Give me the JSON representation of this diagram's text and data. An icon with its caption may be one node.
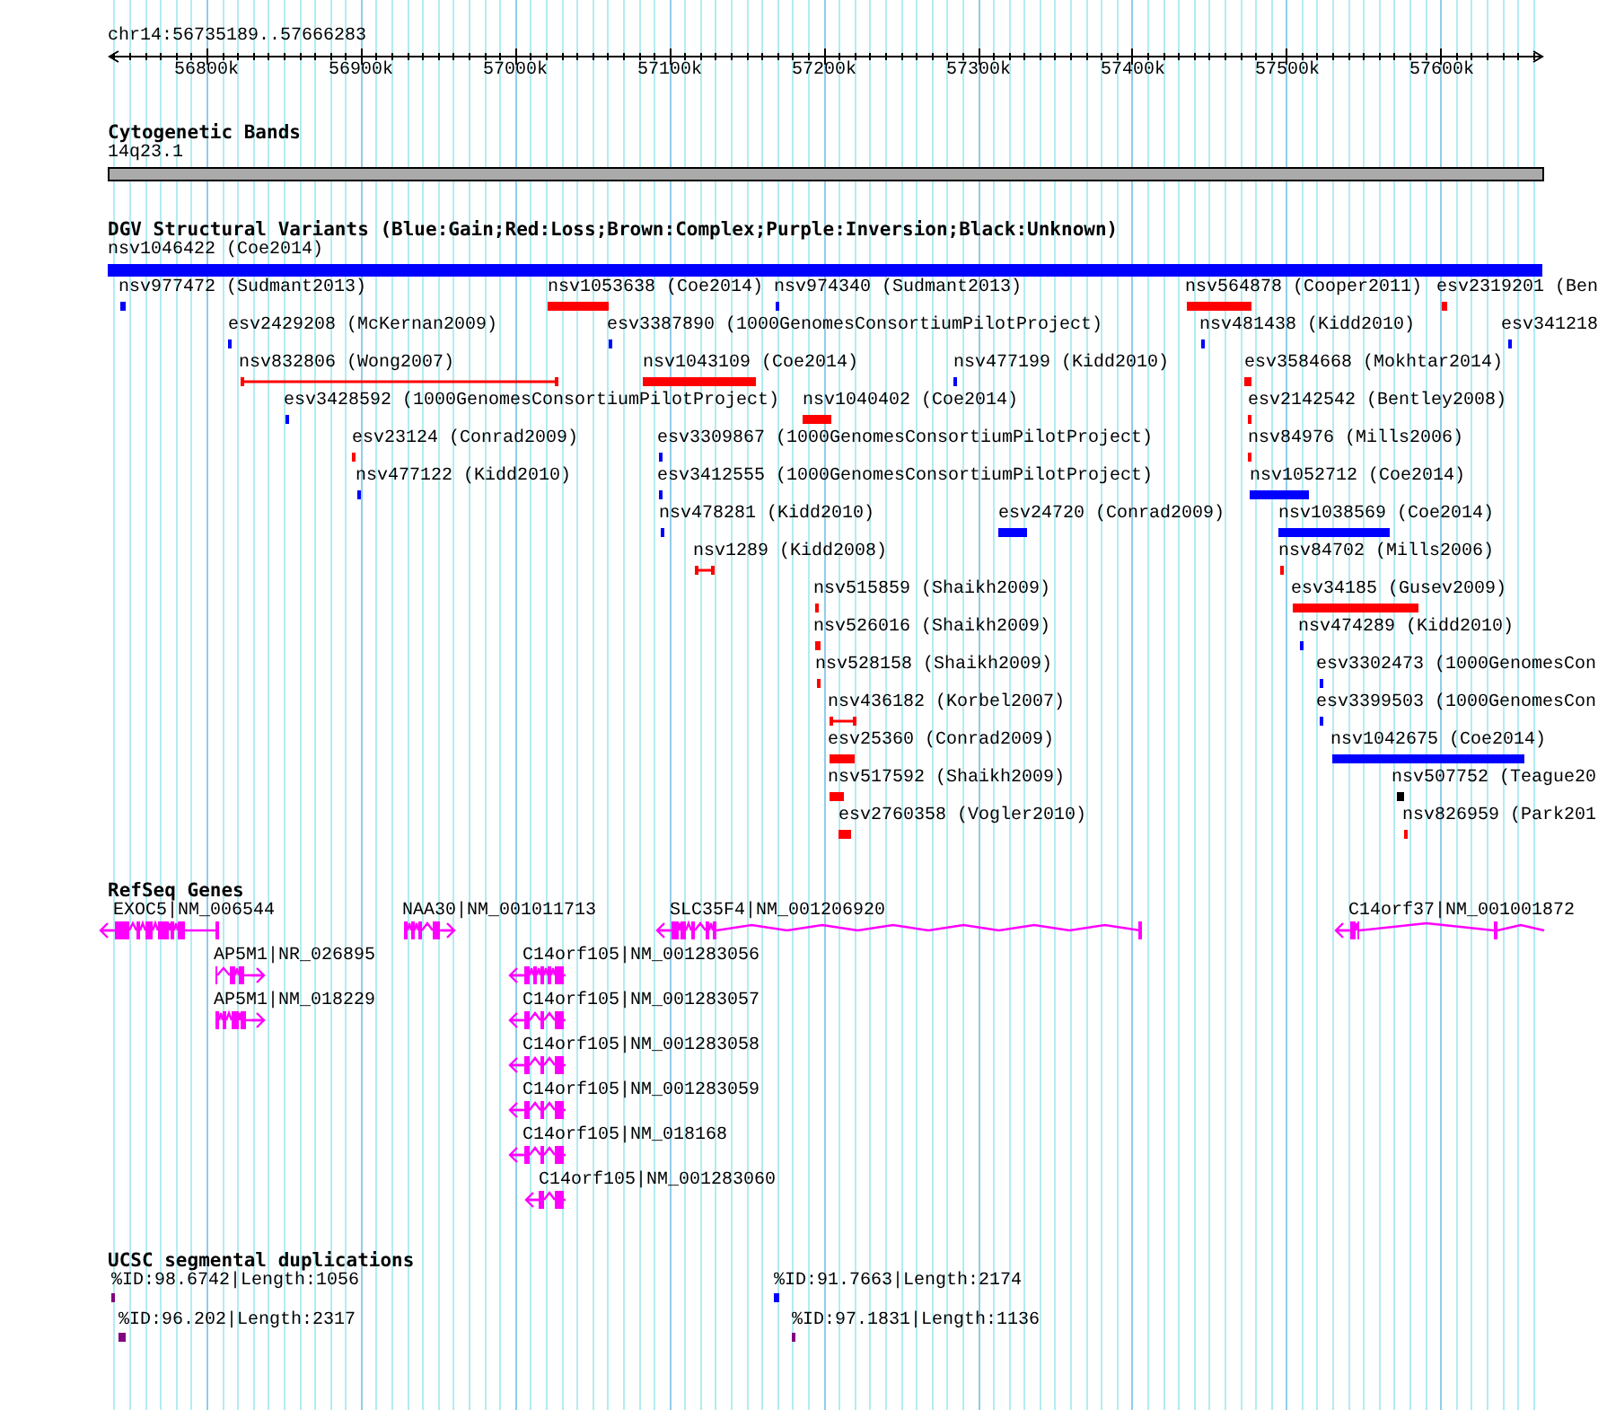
{
  "diagram": {
    "labels": [
      "chr14:56735189..57666283",
      "56800k",
      "56900k",
      "57000k",
      "57100k",
      "57200k",
      "57300k",
      "57400k",
      "57500k",
      "57600k",
      "Cytogenetic Bands",
      "14q23.1",
      "DGV Structural Variants (Blue:Gain;Red:Loss;Brown:Complex;Purple:Inversion;Black:Unknown)",
      "nsv1046422 (Coe2014)",
      "nsv977472 (Sudmant2013)",
      "nsv1053638 (Coe2014)",
      "nsv974340 (Sudmant2013)",
      "nsv564878 (Cooper2011)",
      "esv2319201 (Ben",
      "esv2429208 (McKernan2009)",
      "esv3387890 (1000GenomesConsortiumPilotProject)",
      "nsv481438 (Kidd2010)",
      "esv341218",
      "nsv832806 (Wong2007)",
      "nsv1043109 (Coe2014)",
      "nsv477199 (Kidd2010)",
      "esv3584668 (Mokhtar2014)",
      "esv3428592 (1000GenomesConsortiumPilotProject)",
      "nsv1040402 (Coe2014)",
      "esv2142542 (Bentley2008)",
      "esv23124 (Conrad2009)",
      "esv3309867 (1000GenomesConsortiumPilotProject)",
      "nsv84976 (Mills2006)",
      "nsv477122 (Kidd2010)",
      "esv3412555 (1000GenomesConsortiumPilotProject)",
      "nsv1052712 (Coe2014)",
      "nsv478281 (Kidd2010)",
      "esv24720 (Conrad2009)",
      "nsv1038569 (Coe2014)",
      "nsv1289 (Kidd2008)",
      "nsv84702 (Mills2006)",
      "nsv515859 (Shaikh2009)",
      "esv34185 (Gusev2009)",
      "nsv526016 (Shaikh2009)",
      "nsv474289 (Kidd2010)",
      "nsv528158 (Shaikh2009)",
      "esv3302473 (1000GenomesCon",
      "nsv436182 (Korbel2007)",
      "esv3399503 (1000GenomesCon",
      "esv25360 (Conrad2009)",
      "nsv1042675 (Coe2014)",
      "nsv517592 (Shaikh2009)",
      "nsv507752 (Teague20",
      "esv2760358 (Vogler2010)",
      "nsv826959 (Park201",
      "RefSeq Genes",
      "EXOC5|NM_006544",
      "NAA30|NM_001011713",
      "SLC35F4|NM_001206920",
      "C14orf37|NM_001001872",
      "AP5M1|NR_026895",
      "C14orf105|NM_001283056",
      "AP5M1|NM_018229",
      "C14orf105|NM_001283057",
      "C14orf105|NM_001283058",
      "C14orf105|NM_001283059",
      "C14orf105|NM_018168",
      "C14orf105|NM_001283060",
      "UCSC segmental duplications",
      "%ID:98.6742|Length:1056",
      "%ID:91.7663|Length:2174",
      "%ID:96.202|Length:2317",
      "%ID:97.1831|Length:1136"
    ]
  }
}
